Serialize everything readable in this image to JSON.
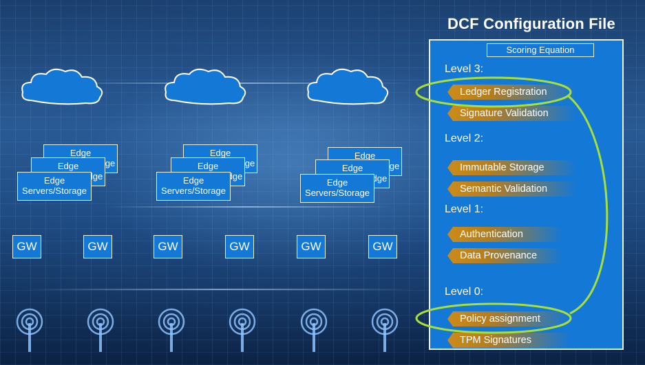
{
  "title": "DCF Configuration File",
  "scoring_label": "Scoring Equation",
  "levels": [
    {
      "label": "Level 3:",
      "items": [
        "Ledger Registration",
        "Signature Validation"
      ]
    },
    {
      "label": "Level 2:",
      "items": [
        "Immutable Storage",
        "Semantic Validation"
      ]
    },
    {
      "label": "Level 1:",
      "items": [
        "Authentication",
        "Data Provenance"
      ]
    },
    {
      "label": "Level 0:",
      "items": [
        "Policy assignment",
        "TPM Signatures"
      ]
    }
  ],
  "edge_label": "Edge",
  "edge_servers_label_1": "Edge",
  "edge_servers_label_2": "Servers/Storage",
  "gw_label": "GW",
  "colors": {
    "panel": "#1478d6",
    "chip": "#c98a1b",
    "highlight": "#a8e03a"
  }
}
